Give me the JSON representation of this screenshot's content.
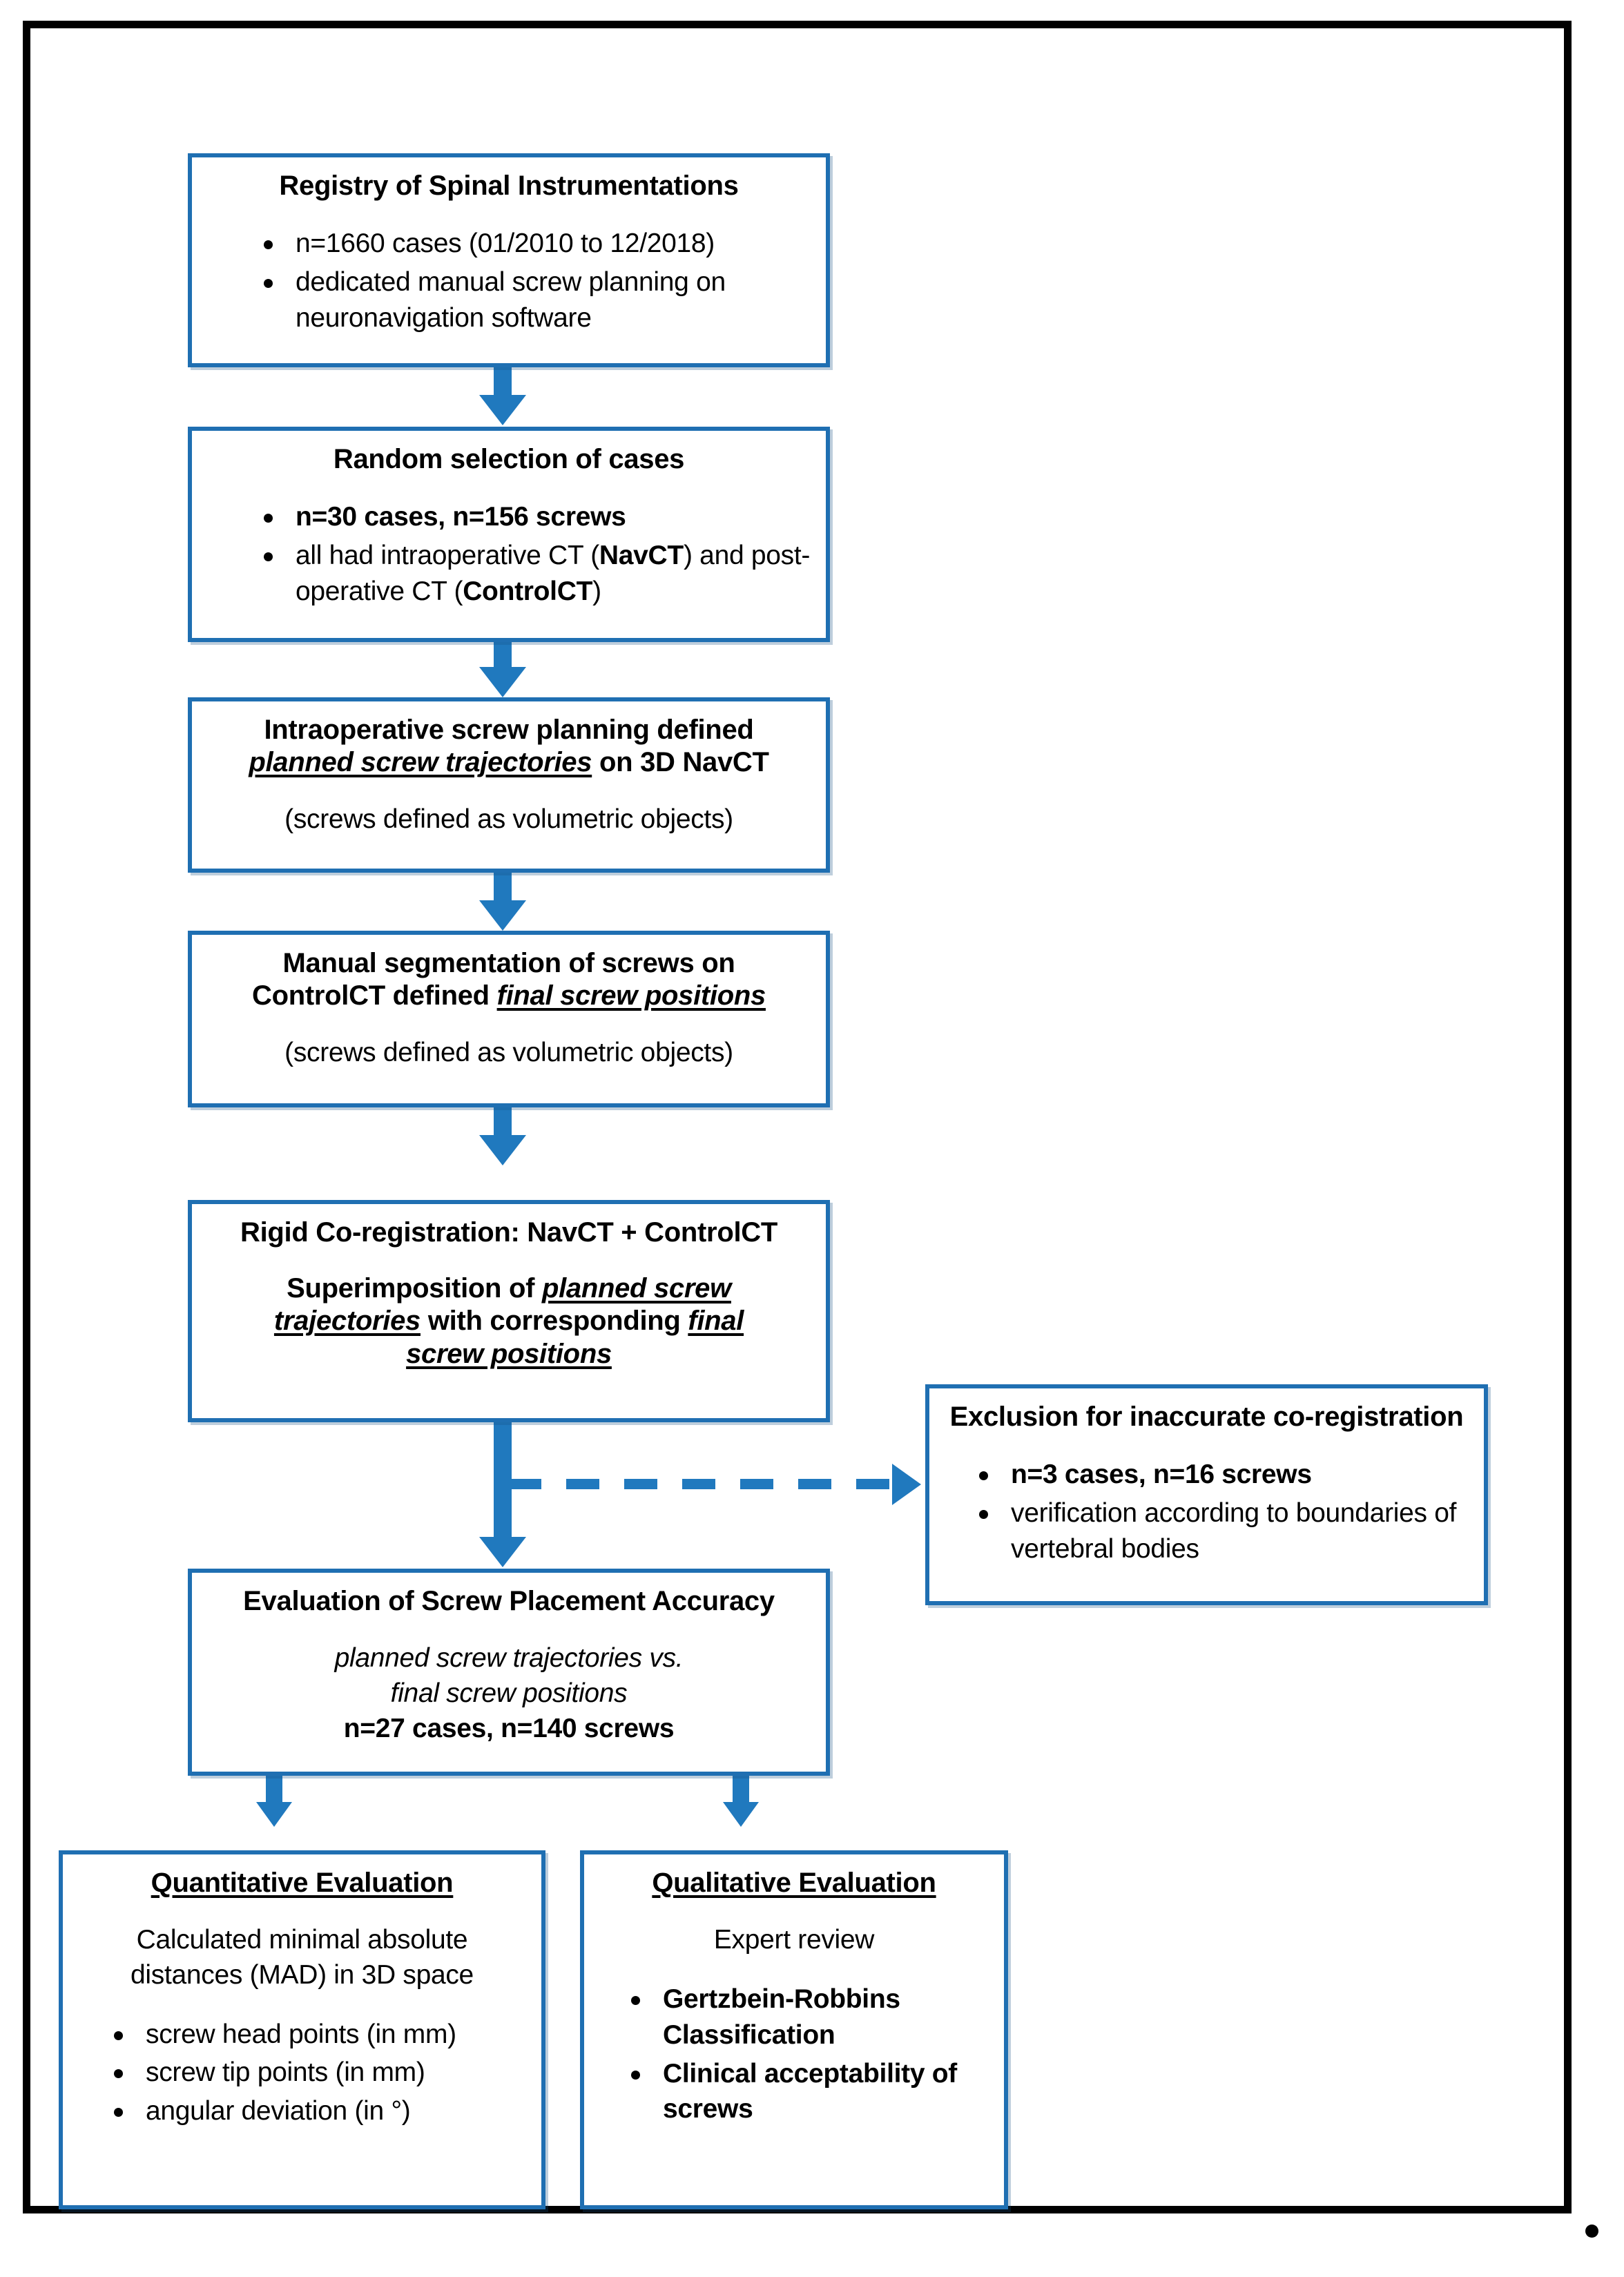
{
  "diagram": {
    "title": "Study flowchart of screw placement accuracy evaluation",
    "accent_color": "#2079BE",
    "box_border_color": "#1F6FB2",
    "frame_color": "#000000",
    "trailing_mark": "."
  },
  "boxes": {
    "registry": {
      "title": "Registry of Spinal Instrumentations",
      "bullets": [
        "n=1660 cases (01/2010 to 12/2018)",
        "dedicated manual screw planning on neuronavigation software"
      ]
    },
    "random_selection": {
      "title": "Random selection of cases",
      "bullet_1": "n=30 cases, n=156 screws",
      "bullet_2_pre": "all had intraoperative CT (",
      "bullet_2_nav": "NavCT",
      "bullet_2_mid": ") and post-operative CT (",
      "bullet_2_ctrl": "ControlCT",
      "bullet_2_post": ")"
    },
    "planning": {
      "line1": "Intraoperative screw planning defined",
      "line2_em": "planned screw trajectories",
      "line2_rest": " on 3D NavCT",
      "note": "(screws defined as volumetric objects)"
    },
    "segmentation": {
      "line1": "Manual segmentation of screws on",
      "line2_pre": "ControlCT defined ",
      "line2_em": "final screw positions",
      "note": "(screws defined as volumetric objects)"
    },
    "coregistration": {
      "title": "Rigid Co-registration: NavCT + ControlCT",
      "body_pre": "Superimposition of ",
      "body_em1": "planned screw trajectories",
      "body_mid": " with corresponding ",
      "body_em2": "final screw positions"
    },
    "exclusion": {
      "title": "Exclusion for inaccurate co-registration",
      "bullets": [
        "n=3 cases,  n=16 screws",
        "verification according to boundaries of vertebral bodies"
      ]
    },
    "evaluation": {
      "title": "Evaluation of Screw Placement Accuracy",
      "sub_line1": "planned screw trajectories vs.",
      "sub_line2": "final screw positions",
      "counts": "n=27 cases, n=140 screws"
    },
    "quantitative": {
      "title": "Quantitative Evaluation",
      "sub_line1": "Calculated minimal absolute",
      "sub_line2": "distances (MAD) in 3D space",
      "bullets": [
        "screw head points (in mm)",
        "screw tip points (in mm)",
        "angular deviation (in °)"
      ]
    },
    "qualitative": {
      "title": "Qualitative Evaluation",
      "sub": "Expert review",
      "bullets": [
        "Gertzbein-Robbins Classification",
        "Clinical acceptability of screws"
      ]
    }
  }
}
